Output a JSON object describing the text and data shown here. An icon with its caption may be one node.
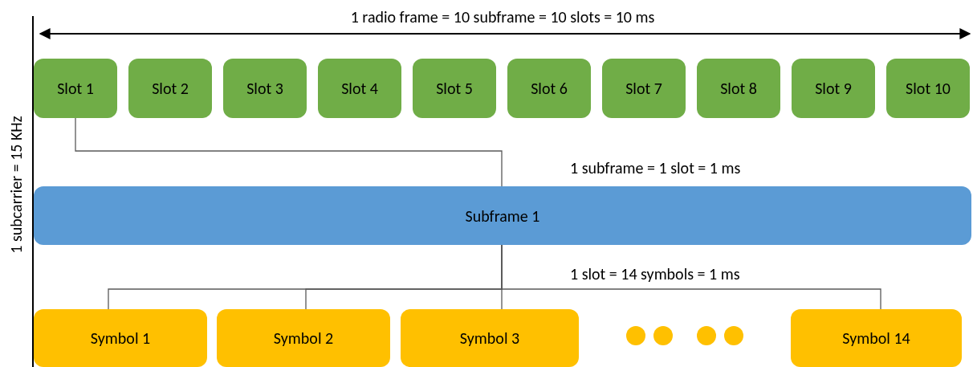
{
  "diagram": {
    "nodes": [
      {
        "text": [
          "Slot 1"
        ]
      },
      {
        "text": [
          "Slot 2"
        ]
      },
      {
        "text": [
          "Slot 3"
        ]
      },
      {
        "text": [
          "Slot 4"
        ]
      },
      {
        "text": [
          "Slot 5"
        ]
      },
      {
        "text": [
          "Slot 6"
        ]
      },
      {
        "text": [
          "Slot 7"
        ]
      },
      {
        "text": [
          "Slot 8"
        ]
      },
      {
        "text": [
          "Slot 9"
        ]
      },
      {
        "text": [
          "Slot 10"
        ]
      },
      {
        "text": [
          "Subframe 1"
        ]
      },
      {
        "text": [
          "Symbol 1"
        ]
      },
      {
        "text": [
          "Symbol 2"
        ]
      },
      {
        "text": [
          "Symbol 3"
        ]
      },
      {
        "text": [
          "Symbol 14"
        ]
      }
    ],
    "edges": [
      {
        "from": 0,
        "to": 10,
        "arrow": "none"
      },
      {
        "from": 10,
        "to": 11,
        "arrow": "none"
      },
      {
        "from": 10,
        "to": 12,
        "arrow": "none"
      },
      {
        "from": 10,
        "to": 13,
        "arrow": "none"
      },
      {
        "from": 10,
        "to": 14,
        "arrow": "none"
      }
    ],
    "labels": [
      "1 radio frame = 10 subframe = 10 slots = 10 ms",
      "1 subcarrier = 15 KHz",
      "1 subframe = 1 slot = 1 ms",
      "1 slot = 14 symbols = 1 ms"
    ]
  }
}
